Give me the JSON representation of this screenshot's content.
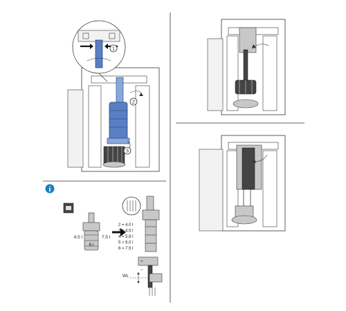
{
  "step_markers": [
    "1",
    "2",
    "3"
  ],
  "info_icon": {
    "glyph": "i",
    "color": "#1a7fc1"
  },
  "volume_labels": {
    "left": "4.5 l",
    "center": "6 l",
    "right": "7.5 l"
  },
  "settings_list": [
    "2 = 4.0 l",
    "3 = 4.5 l",
    "4 = 5.8 l",
    "5 = 6.0 l",
    "6 = 7.5 l"
  ],
  "wl_label": "WL",
  "adjust_signs": {
    "plus": "+",
    "minus": "–"
  },
  "accent_colors": {
    "part_blue": "#5a80c4",
    "info_blue": "#1a7fc1"
  },
  "icons": [
    "info-icon",
    "arrow-right-icon",
    "magnifier-circle"
  ]
}
